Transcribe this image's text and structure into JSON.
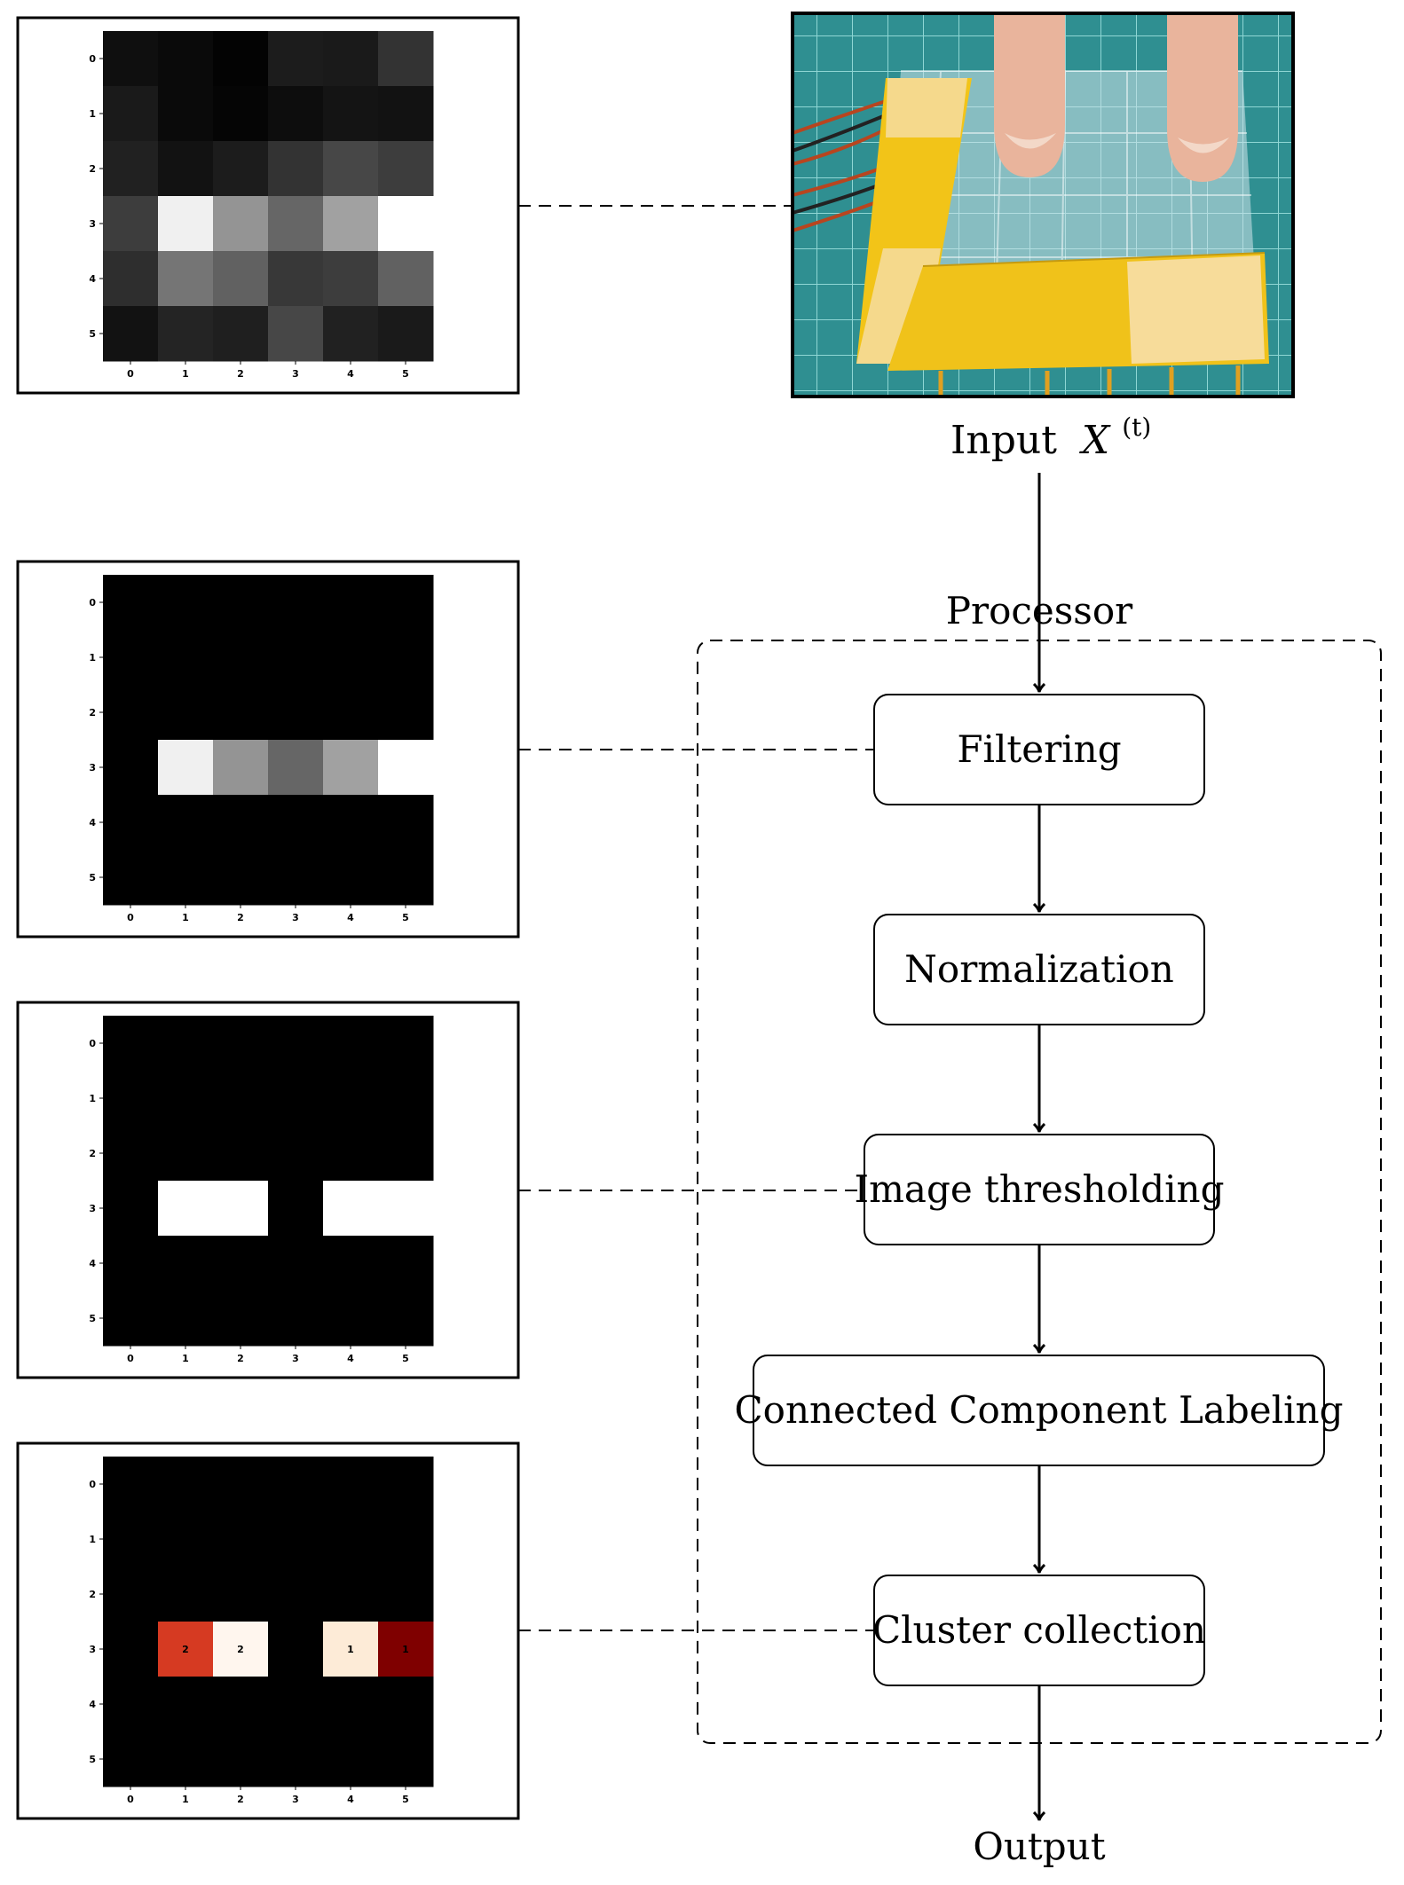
{
  "input": {
    "label": "Input",
    "symbol": "X",
    "superscript": "(t)"
  },
  "processor": {
    "title": "Processor",
    "steps": [
      "Filtering",
      "Normalization",
      "Image thresholding",
      "Connected Component Labeling",
      "Cluster collection"
    ]
  },
  "output": {
    "label": "Output"
  },
  "heatmap_ticks": [
    "0",
    "1",
    "2",
    "3",
    "4",
    "5"
  ],
  "heatmaps": [
    {
      "name": "raw",
      "values": [
        [
          0.06,
          0.04,
          0.01,
          0.11,
          0.1,
          0.2
        ],
        [
          0.1,
          0.04,
          0.02,
          0.05,
          0.08,
          0.07
        ],
        [
          0.13,
          0.07,
          0.11,
          0.2,
          0.28,
          0.24
        ],
        [
          0.24,
          0.94,
          0.58,
          0.4,
          0.63,
          1.0
        ],
        [
          0.18,
          0.46,
          0.38,
          0.22,
          0.24,
          0.38
        ],
        [
          0.07,
          0.14,
          0.12,
          0.28,
          0.13,
          0.1
        ]
      ]
    },
    {
      "name": "filtered",
      "values": [
        [
          0,
          0,
          0,
          0,
          0,
          0
        ],
        [
          0,
          0,
          0,
          0,
          0,
          0
        ],
        [
          0,
          0,
          0,
          0,
          0,
          0
        ],
        [
          0,
          0.94,
          0.58,
          0.4,
          0.63,
          1.0
        ],
        [
          0,
          0,
          0,
          0,
          0,
          0
        ],
        [
          0,
          0,
          0,
          0,
          0,
          0
        ]
      ]
    },
    {
      "name": "thresholded",
      "values": [
        [
          0,
          0,
          0,
          0,
          0,
          0
        ],
        [
          0,
          0,
          0,
          0,
          0,
          0
        ],
        [
          0,
          0,
          0,
          0,
          0,
          0
        ],
        [
          0,
          1,
          1,
          0,
          1,
          1
        ],
        [
          0,
          0,
          0,
          0,
          0,
          0
        ],
        [
          0,
          0,
          0,
          0,
          0,
          0
        ]
      ]
    },
    {
      "name": "clusters",
      "colors": {
        "3,1": "#d63a22",
        "3,2": "#fff6ee",
        "3,4": "#fdebd7",
        "3,5": "#7f0000"
      },
      "labels": {
        "3,1": "2",
        "3,2": "2",
        "3,4": "1",
        "3,5": "1"
      }
    }
  ]
}
